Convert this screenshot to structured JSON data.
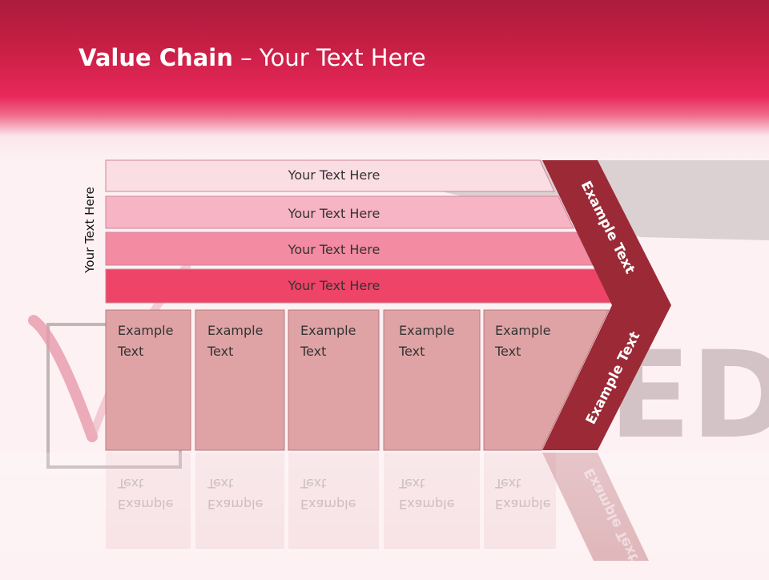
{
  "header": {
    "title_bold": "Value Chain",
    "title_rest": " – Your Text Here"
  },
  "side_label": "Your Text Here",
  "rows": [
    {
      "label": "Your Text Here",
      "color": "#fbdde4"
    },
    {
      "label": "Your Text Here",
      "color": "#f7b4c4"
    },
    {
      "label": "Your Text Here",
      "color": "#f38ba2"
    },
    {
      "label": "Your Text Here",
      "color": "#ee4468"
    }
  ],
  "cells": [
    {
      "line1": "Example",
      "line2": "Text"
    },
    {
      "line1": "Example",
      "line2": "Text"
    },
    {
      "line1": "Example",
      "line2": "Text"
    },
    {
      "line1": "Example",
      "line2": "Text"
    },
    {
      "line1": "Example",
      "line2": "Text"
    }
  ],
  "arrow": {
    "upper_label": "Example Text",
    "lower_label": "Example Text",
    "color": "#9b2a36"
  },
  "colors": {
    "cell_fill": "#dfa3a5",
    "cell_border": "#b87a7e",
    "background": "#fdf1f3"
  }
}
